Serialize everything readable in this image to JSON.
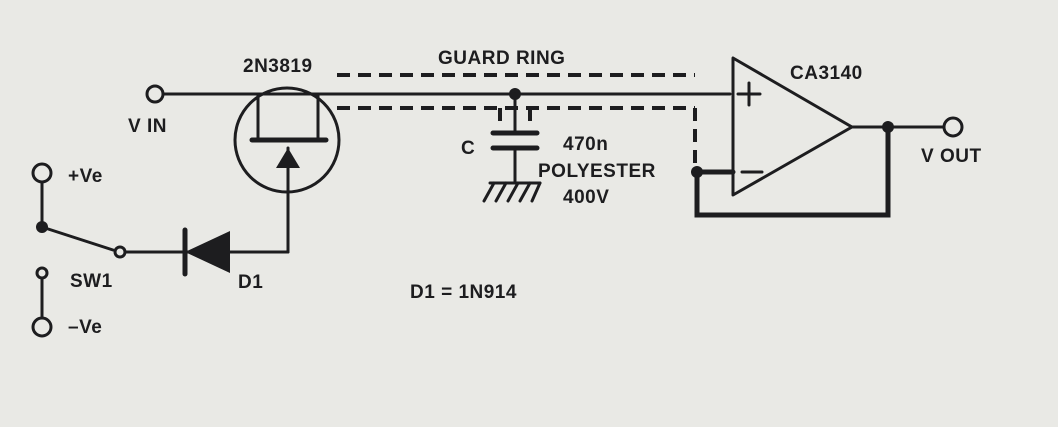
{
  "labels": {
    "jfet": "2N3819",
    "guard": "GUARD RING",
    "opamp": "CA3140",
    "vin": "V IN",
    "vout": "V OUT",
    "cap_name": "C",
    "cap_value": "470n",
    "cap_type": "POLYESTER",
    "cap_voltage": "400V",
    "pos_supply": "+Ve",
    "neg_supply": "–Ve",
    "switch": "SW1",
    "diode": "D1",
    "note": "D1 = 1N914"
  },
  "colors": {
    "ink": "#1d1d1f",
    "paper": "#e9e9e5"
  }
}
